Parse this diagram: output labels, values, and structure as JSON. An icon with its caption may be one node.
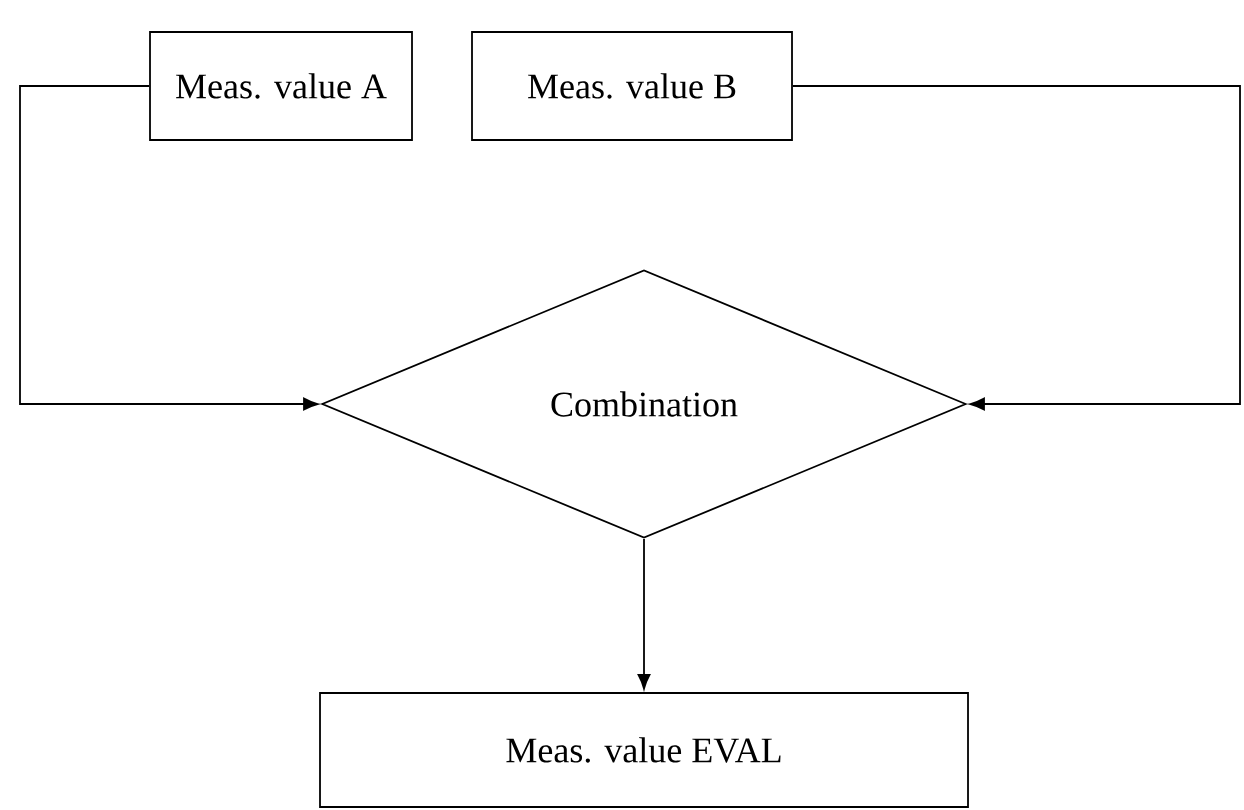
{
  "diagram": {
    "nodes": [
      {
        "text": [
          "Meas. value A"
        ]
      },
      {
        "text": [
          "Meas. value B"
        ]
      },
      {
        "text": [
          "Combination"
        ]
      },
      {
        "text": [
          "Meas. value EVAL"
        ]
      }
    ],
    "edges": [
      {
        "from": 0,
        "to": 2,
        "arrow": "to"
      },
      {
        "from": 1,
        "to": 2,
        "arrow": "to"
      },
      {
        "from": 2,
        "to": 3,
        "arrow": "to"
      }
    ]
  }
}
